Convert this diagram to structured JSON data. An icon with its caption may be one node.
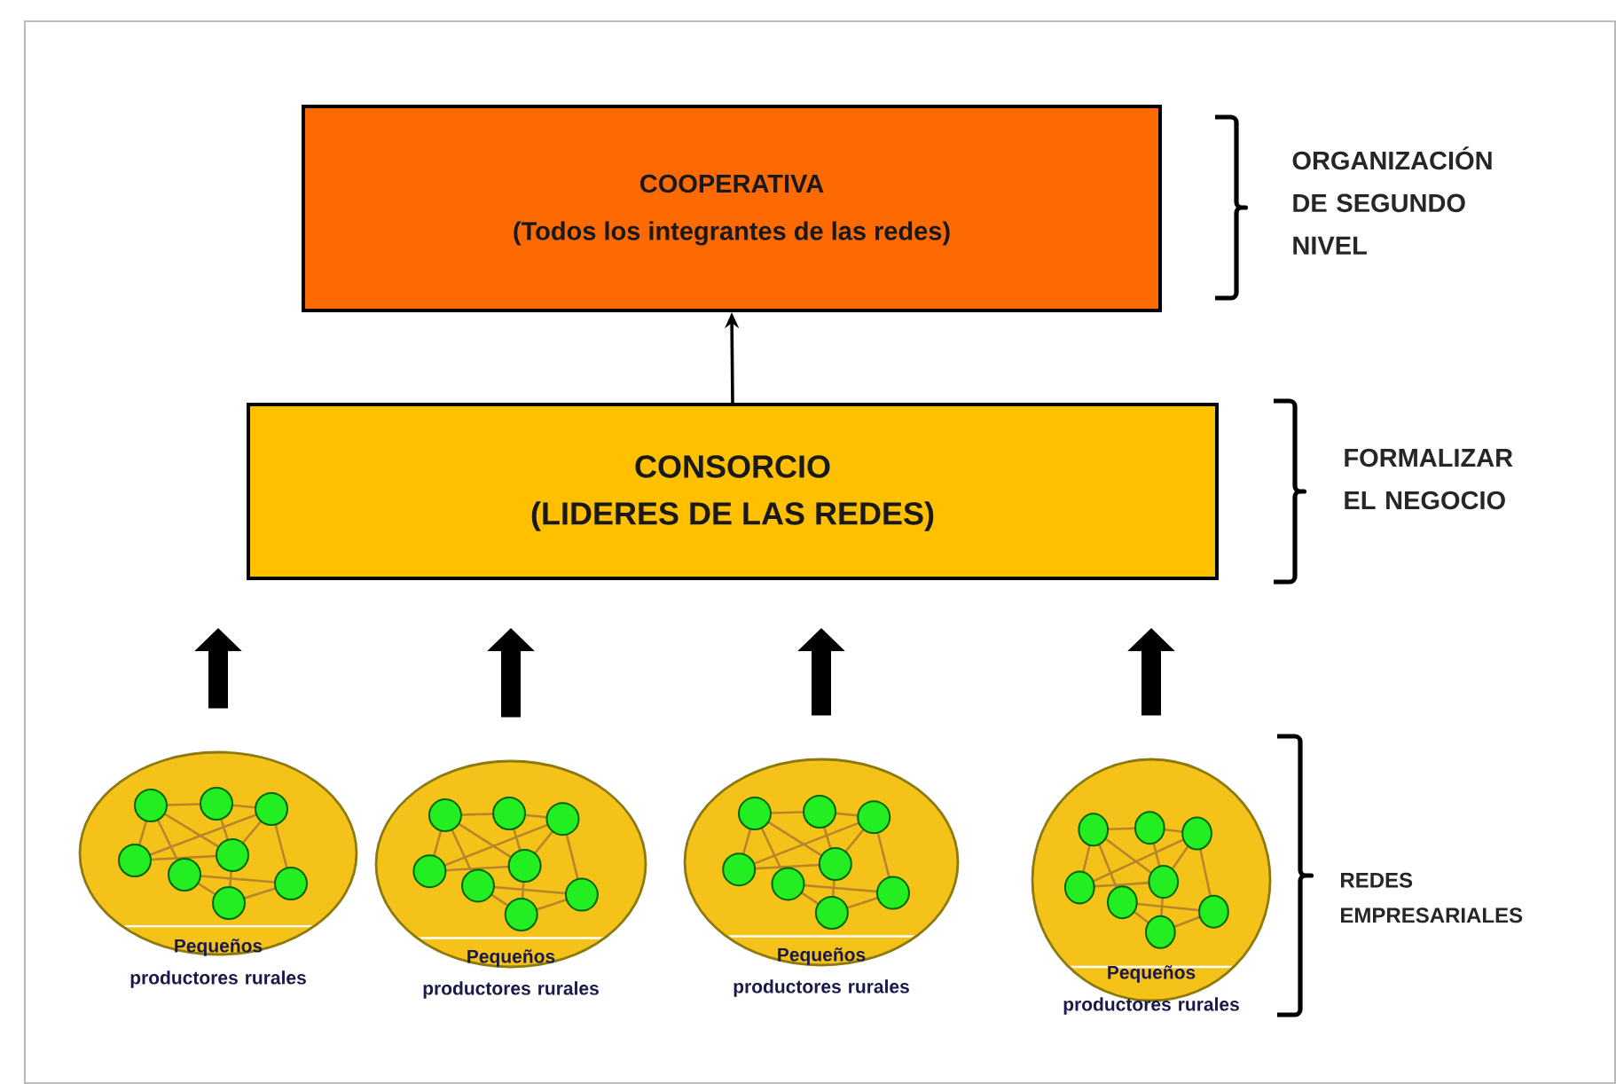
{
  "diagram": {
    "nodes": [
      {
        "text": [
          "COOPERATIVA",
          "(Todos los integrantes de las redes)"
        ]
      },
      {
        "text": [
          "CONSORCIO",
          "(LIDERES DE LAS REDES)"
        ]
      },
      {
        "text": [
          "Pequeños productores rurales"
        ]
      },
      {
        "text": [
          "Pequeños productores rurales"
        ]
      },
      {
        "text": [
          "Pequeños productores rurales"
        ]
      },
      {
        "text": [
          "Pequeños productores rurales"
        ]
      }
    ],
    "edges": [
      {
        "from": 1,
        "to": 0,
        "arrow": "to"
      },
      {
        "from": 2,
        "to": 1,
        "arrow": "to"
      },
      {
        "from": 3,
        "to": 1,
        "arrow": "to"
      },
      {
        "from": 4,
        "to": 1,
        "arrow": "to"
      },
      {
        "from": 5,
        "to": 1,
        "arrow": "to"
      }
    ],
    "labels": [
      "ORGANIZACIÓN DE SEGUNDO NIVEL",
      "FORMALIZAR EL NEGOCIO",
      "REDES EMPRESARIALES"
    ]
  }
}
